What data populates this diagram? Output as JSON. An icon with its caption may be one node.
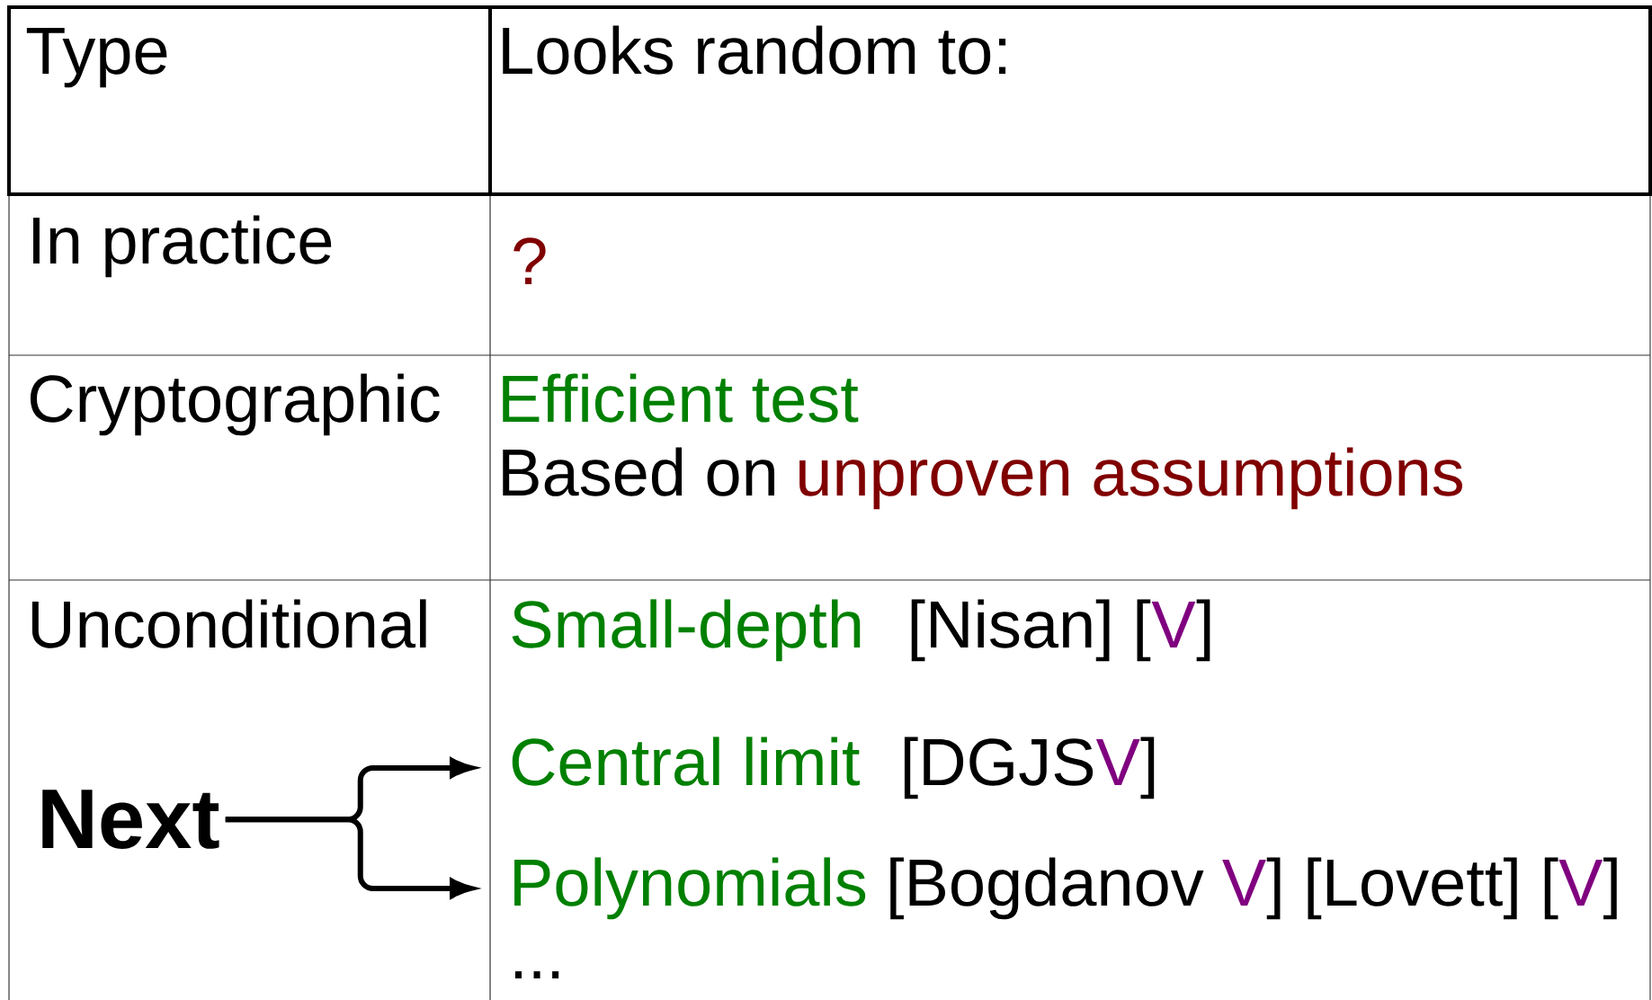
{
  "diagram": {
    "nodes": [
      {
        "text": [
          "Next"
        ]
      },
      {
        "text": [
          "Central limit",
          "[DGJS",
          "V",
          "]"
        ]
      },
      {
        "text": [
          "Polynomials",
          "[Bogdanov",
          "V",
          "] [Lovett] [",
          "V",
          "]"
        ]
      }
    ],
    "edges": [
      {
        "from": 0,
        "to": 1,
        "arrow": "to"
      },
      {
        "from": 0,
        "to": 2,
        "arrow": "to"
      }
    ],
    "labels": [
      "Type",
      "Looks random to:",
      "In practice",
      "?",
      "Cryptographic",
      "Efficient test",
      "Based on",
      "unproven assumptions",
      "Unconditional",
      "Small-depth",
      "[Nisan] [",
      "V",
      "]",
      "..."
    ]
  }
}
